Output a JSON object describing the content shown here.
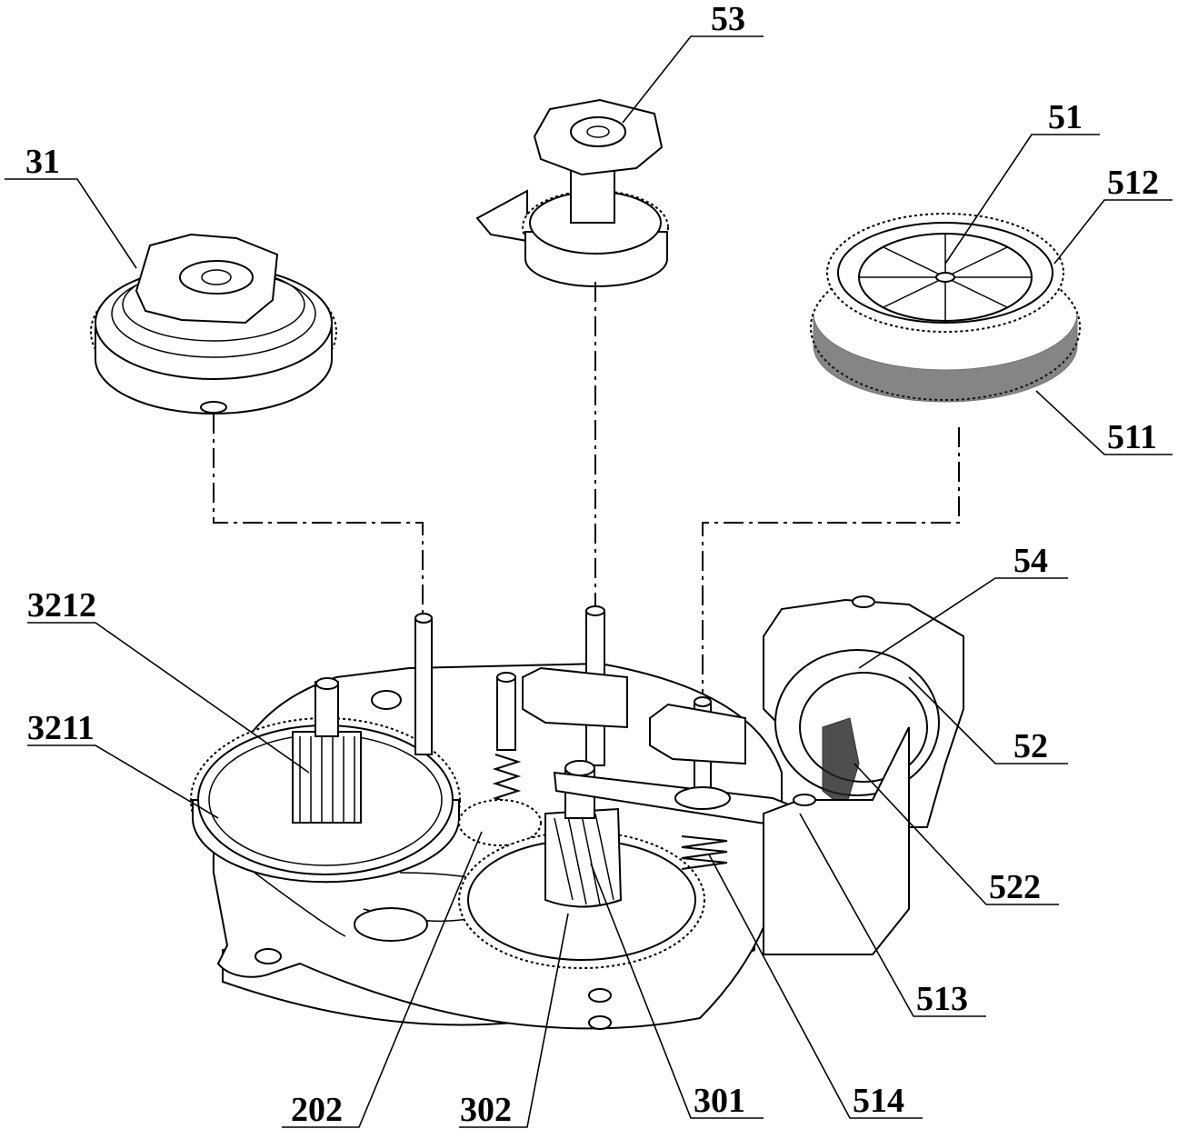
{
  "labels": {
    "l31": "31",
    "l53": "53",
    "l51": "51",
    "l512": "512",
    "l511": "511",
    "l54": "54",
    "l3212": "3212",
    "l3211": "3211",
    "l52": "52",
    "l522": "522",
    "l513": "513",
    "l202": "202",
    "l302": "302",
    "l301": "301",
    "l514": "514"
  }
}
